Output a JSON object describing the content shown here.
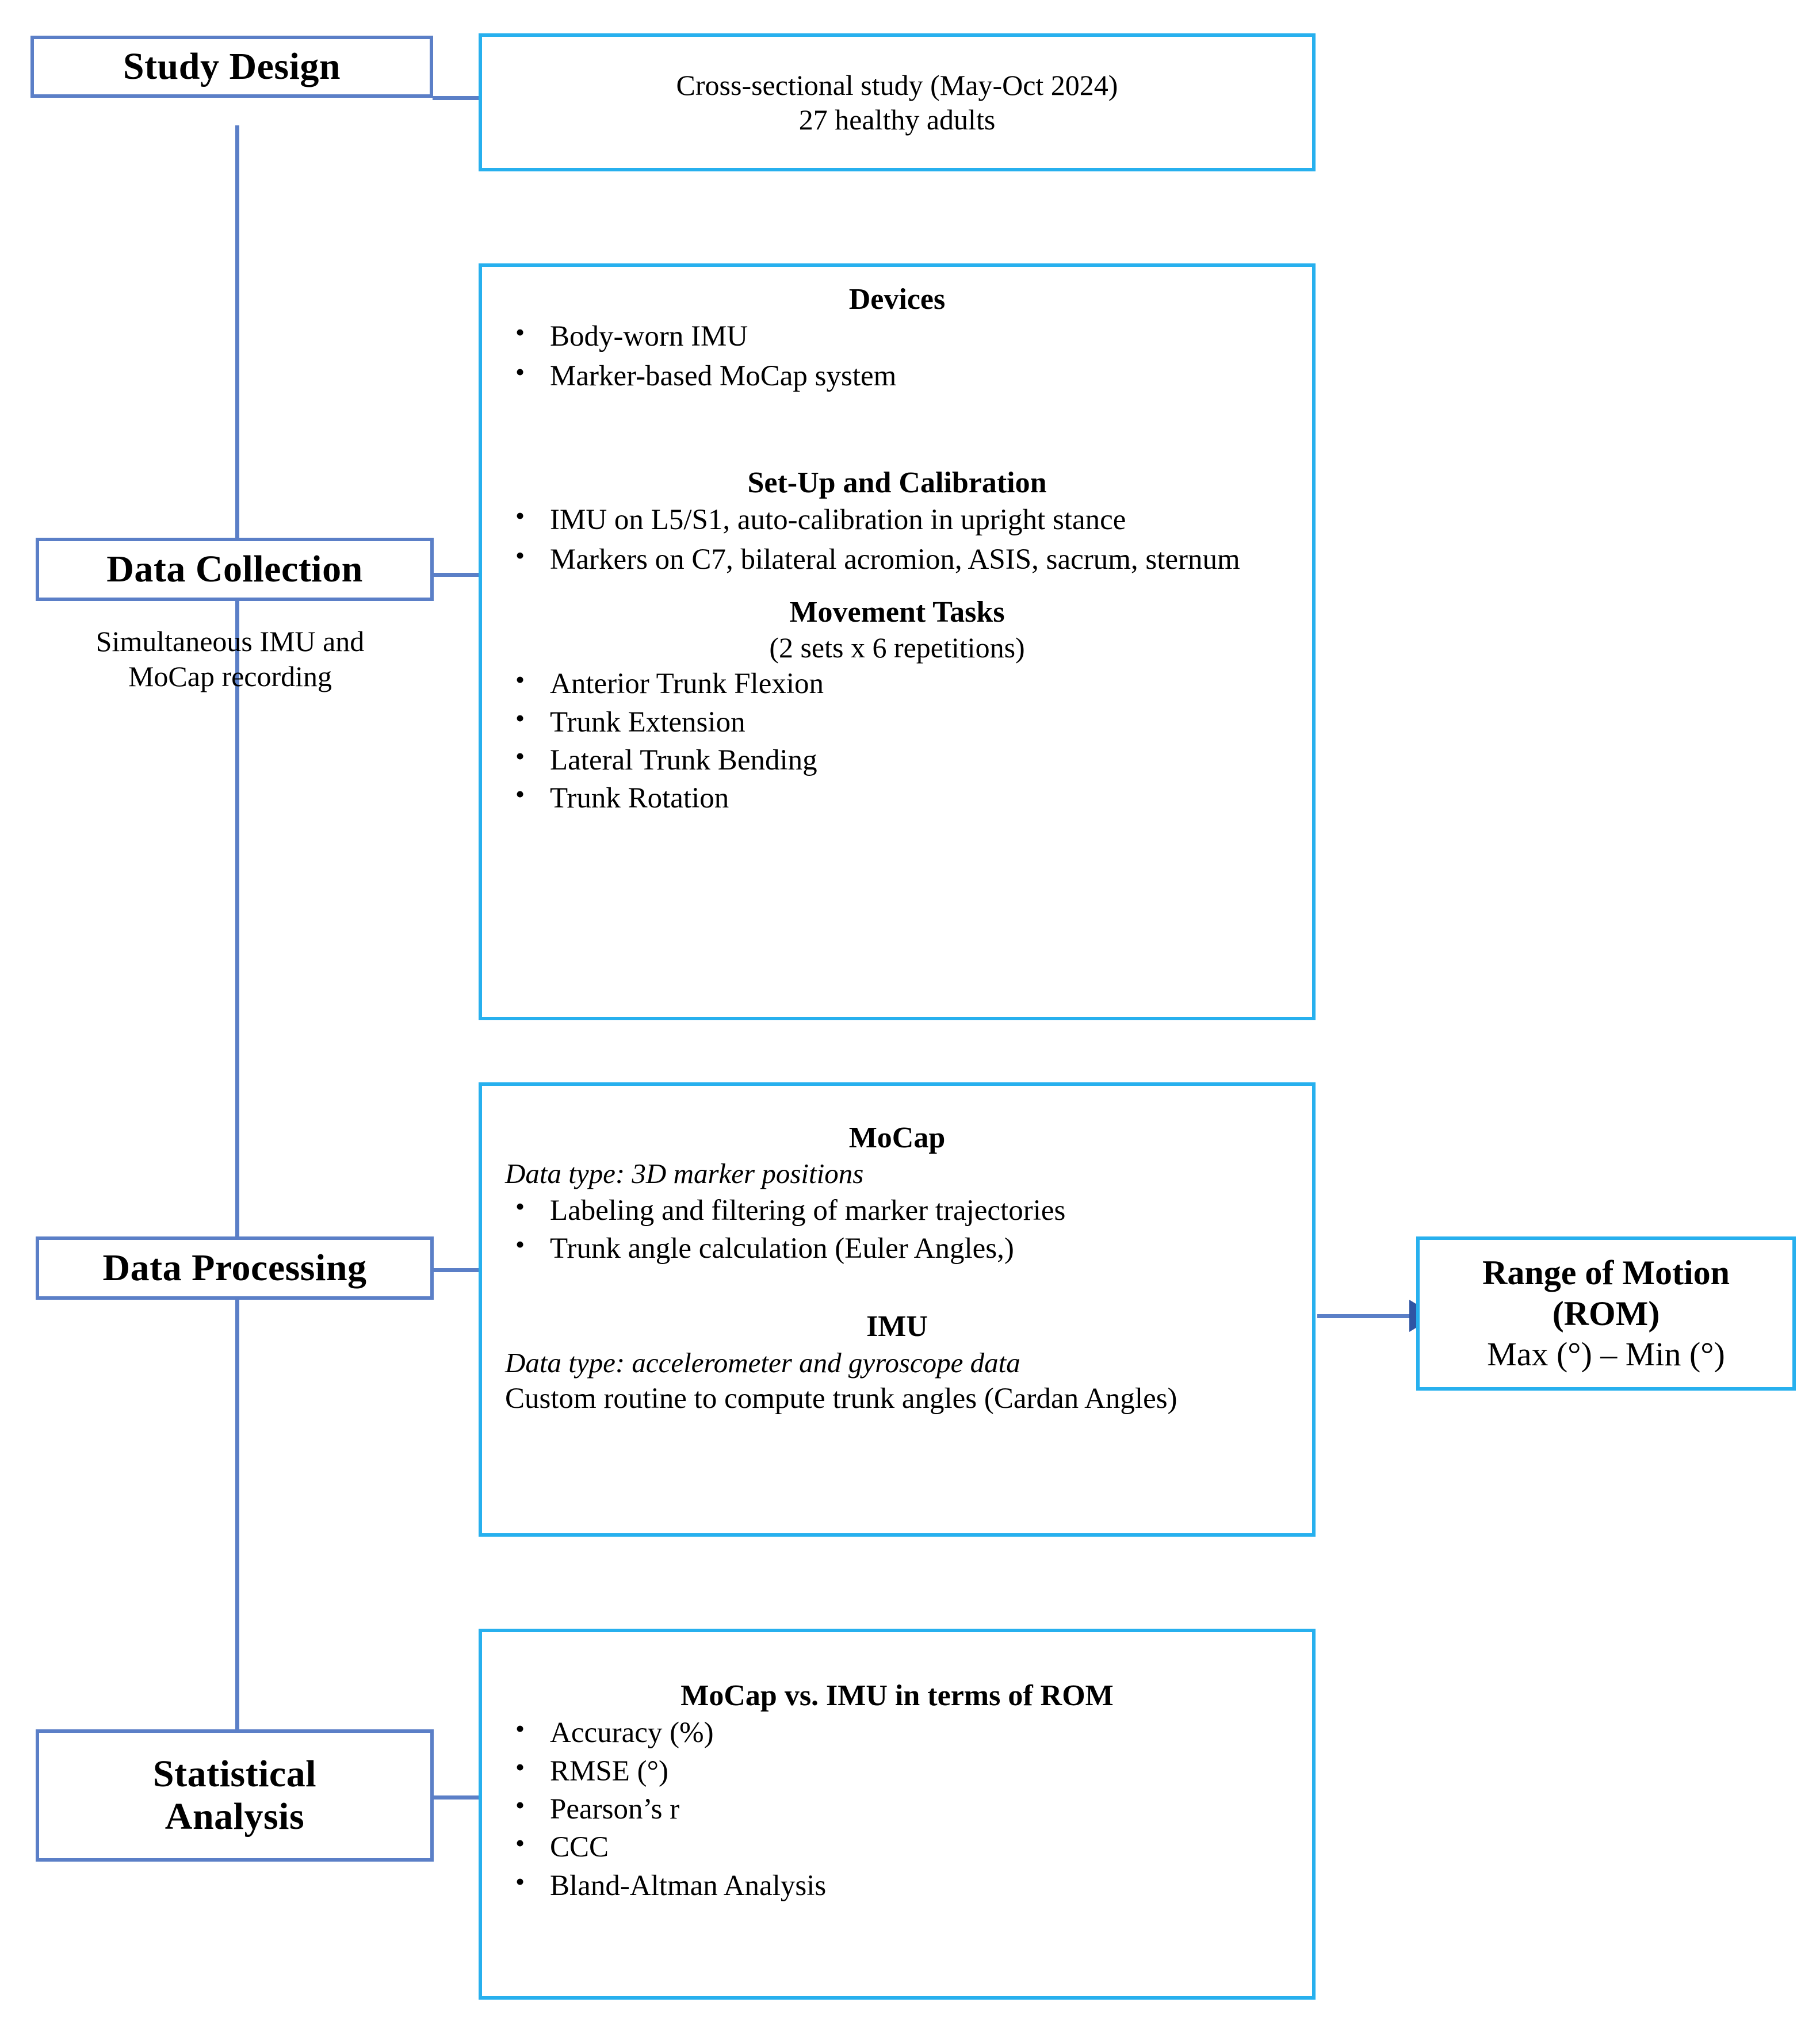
{
  "figure": {
    "type": "flowchart",
    "orientation": "vertical-stages-with-detail-panels",
    "accent_stage_border": "#5B7FC7",
    "accent_detail_border": "#27B0EE",
    "connector_color": "#5B7FC7",
    "arrow_color": "#2F55A4"
  },
  "stages": [
    {
      "id": "study-design",
      "label": "Study Design"
    },
    {
      "id": "data-collection",
      "label": "Data Collection",
      "note": "Simultaneous IMU and\nMoCap recording",
      "note_line1": "Simultaneous IMU and",
      "note_line2": "MoCap recording"
    },
    {
      "id": "data-processing",
      "label": "Data Processing"
    },
    {
      "id": "statistical-analysis",
      "label": "Statistical\nAnalysis",
      "label_line1": "Statistical",
      "label_line2": "Analysis"
    }
  ],
  "panels": {
    "study_design": {
      "line1": "Cross-sectional study (May-Oct 2024)",
      "line2": "27 healthy adults"
    },
    "data_collection": {
      "devices": {
        "heading": "Devices",
        "items": [
          "Body-worn IMU",
          "Marker-based MoCap system"
        ]
      },
      "setup": {
        "heading": "Set-Up and Calibration",
        "items": [
          "IMU on L5/S1, auto-calibration in upright stance",
          "Markers on C7, bilateral acromion, ASIS, sacrum, sternum"
        ]
      },
      "tasks": {
        "heading": "Movement Tasks",
        "subheading": "(2 sets x 6 repetitions)",
        "items": [
          "Anterior Trunk Flexion",
          "Trunk Extension",
          "Lateral Trunk Bending",
          "Trunk Rotation"
        ]
      }
    },
    "data_processing": {
      "mocap": {
        "heading": "MoCap",
        "data_type": "Data type: 3D marker positions",
        "items": [
          "Labeling and filtering of marker trajectories",
          "Trunk angle calculation (Euler Angles,)"
        ]
      },
      "imu": {
        "heading": "IMU",
        "data_type": "Data type: accelerometer and gyroscope data",
        "body": "Custom routine to compute trunk angles (Cardan Angles)"
      }
    },
    "rom": {
      "title_line1": "Range of Motion",
      "title_line2": "(ROM)",
      "formula": "Max (°) – Min (°)"
    },
    "statistical_analysis": {
      "heading": "MoCap vs. IMU in terms of ROM",
      "items": [
        "Accuracy (%)",
        "RMSE (°)",
        "Pearson’s r",
        "CCC",
        "Bland-Altman Analysis"
      ]
    }
  }
}
